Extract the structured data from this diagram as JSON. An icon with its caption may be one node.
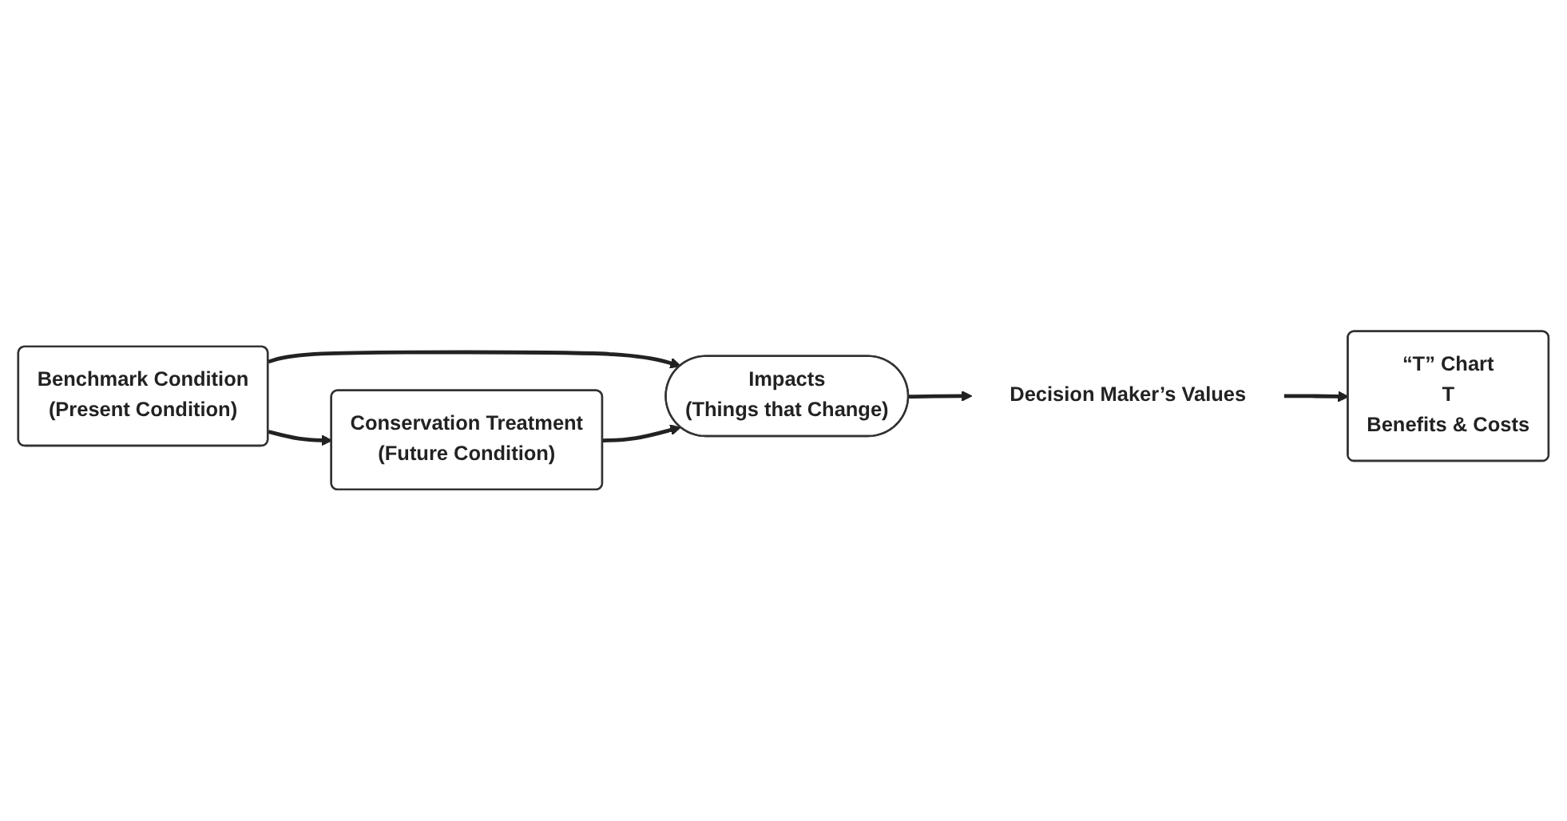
{
  "diagram": {
    "nodes": [
      {
        "text": [
          "Benchmark Condition",
          "(Present Condition)"
        ]
      },
      {
        "text": [
          "Conservation Treatment",
          "(Future Condition)"
        ]
      },
      {
        "text": [
          "Impacts",
          "(Things that Change)"
        ]
      },
      {
        "text": [
          "Decision Maker’s Values"
        ]
      },
      {
        "text": [
          "“T” Chart",
          "T",
          "Benefits & Costs"
        ]
      }
    ],
    "edges": [
      {
        "from": 0,
        "to": 1,
        "arrow": "to"
      },
      {
        "from": 0,
        "to": 2,
        "arrow": "to"
      },
      {
        "from": 1,
        "to": 2,
        "arrow": "to"
      },
      {
        "from": 2,
        "to": 3,
        "arrow": "to"
      },
      {
        "from": 3,
        "to": 4,
        "arrow": "to"
      }
    ]
  }
}
